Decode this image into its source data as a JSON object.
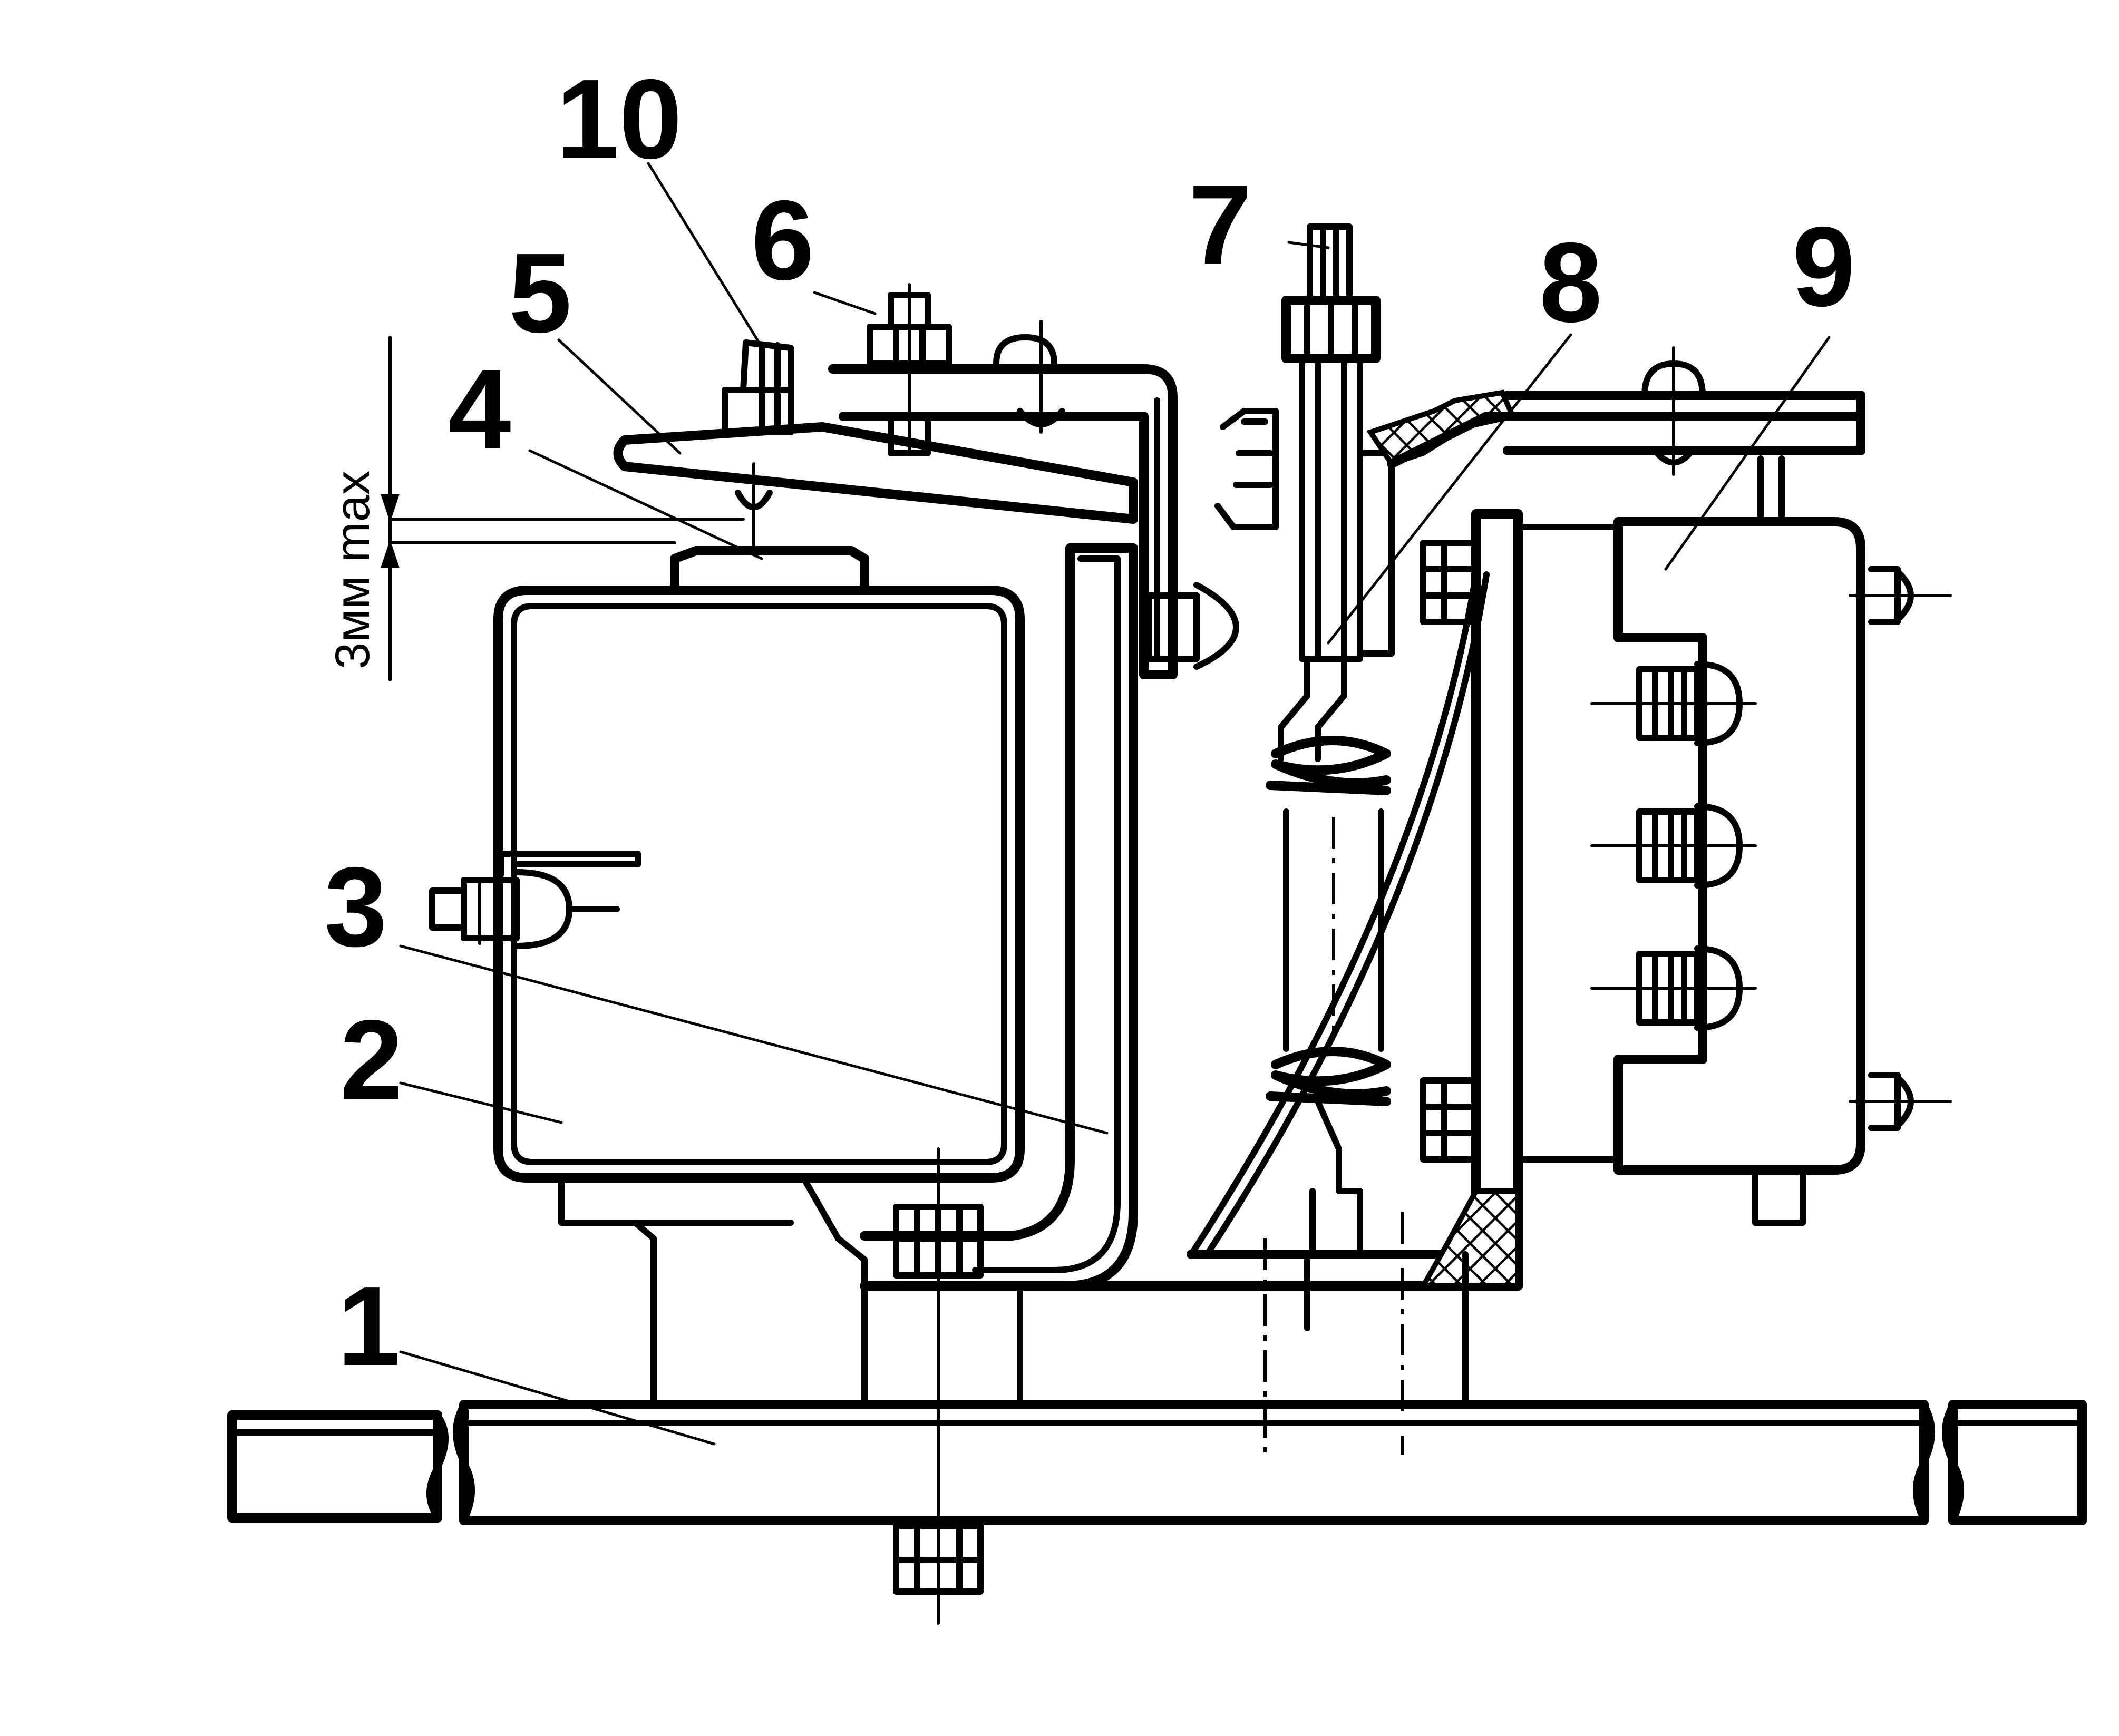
{
  "diagram": {
    "callouts": [
      {
        "id": "1",
        "label": "1"
      },
      {
        "id": "2",
        "label": "2"
      },
      {
        "id": "3",
        "label": "3"
      },
      {
        "id": "4",
        "label": "4"
      },
      {
        "id": "5",
        "label": "5"
      },
      {
        "id": "6",
        "label": "6"
      },
      {
        "id": "7",
        "label": "7"
      },
      {
        "id": "8",
        "label": "8"
      },
      {
        "id": "9",
        "label": "9"
      },
      {
        "id": "10",
        "label": "10"
      }
    ],
    "dimension": {
      "label": "3мм max"
    }
  }
}
